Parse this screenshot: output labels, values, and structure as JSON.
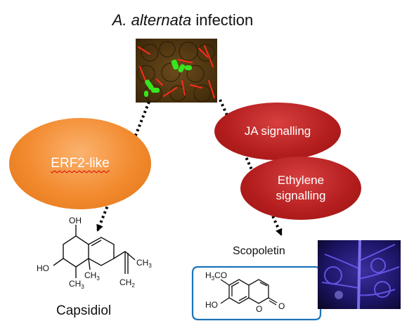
{
  "title": {
    "species": "A. alternata",
    "rest": " infection"
  },
  "nodes": {
    "erf2": "ERF2-like",
    "ja": "JA signalling",
    "ethylene_line1": "Ethylene",
    "ethylene_line2": "signalling"
  },
  "compounds": {
    "capsidiol": "Capsidiol",
    "scopoletin": "Scopoletin"
  },
  "capsidiol_atoms": {
    "oh_top": "OH",
    "ho_left": "HO",
    "ch3_left": "CH",
    "ch3_mid": "CH",
    "ch3_right": "CH",
    "ch2": "CH",
    "sub3": "3",
    "sub2": "2"
  },
  "scopoletin_atoms": {
    "h3co": "H",
    "h3co_rest": "CO",
    "sub3": "3",
    "ho": "HO",
    "o_ring": "O",
    "o_keto": "O"
  },
  "colors": {
    "erf2": "#f28a2e",
    "signalling": "#b31d1d",
    "callout_border": "#1f74b8",
    "arrow": "#000000"
  }
}
